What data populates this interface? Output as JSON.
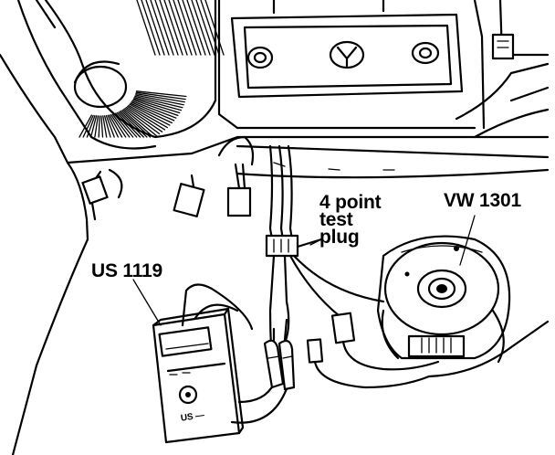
{
  "labels": {
    "test_plug": "4 point\ntest\nplug",
    "vw_1301": "VW 1301",
    "us_1119": "US 1119",
    "meter_brand": "US —"
  }
}
